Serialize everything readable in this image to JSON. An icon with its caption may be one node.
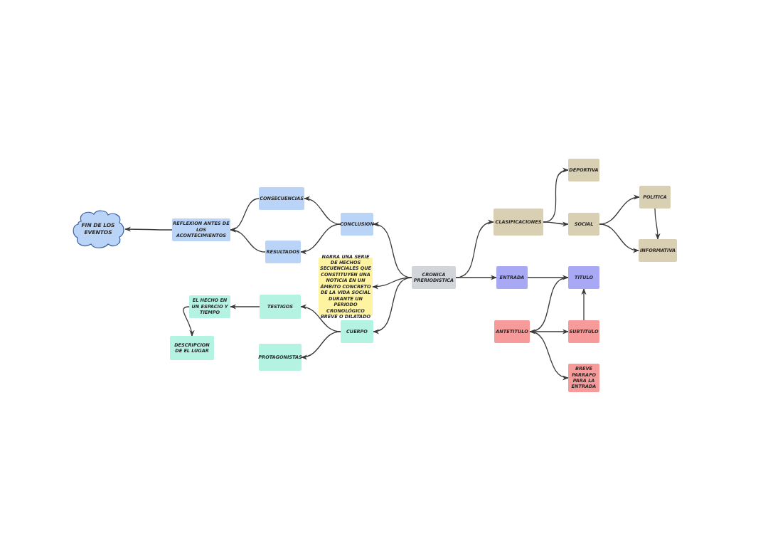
{
  "diagram": {
    "nodes": [
      {
        "text": [
          "FIN DE LOS EVENTOS"
        ]
      },
      {
        "text": [
          "REFLEXION ANTES DE LOS ACONTECIMIENTOS"
        ]
      },
      {
        "text": [
          "CONSECUENCIAS"
        ]
      },
      {
        "text": [
          "RESULTADOS"
        ]
      },
      {
        "text": [
          "CONCLUSION"
        ]
      },
      {
        "text": [
          "NARRA UNA SERIE DE HECHOS SECUENCIALES QUE CONSTITUYEN UNA NOTICIA EN UN ÁMBITO CONCRETO DE LA VIDA SOCIAL DURANTE UN PERIODO CRONOLÓGICO BREVE O DILATADO"
        ]
      },
      {
        "text": [
          "CRONICA PRERIODISTICA"
        ]
      },
      {
        "text": [
          "EL HECHO EN UN ESPACIO Y TIEMPO"
        ]
      },
      {
        "text": [
          "TESTIGOS"
        ]
      },
      {
        "text": [
          "CUERPO"
        ]
      },
      {
        "text": [
          "DESCRIPCION DE EL LUGAR"
        ]
      },
      {
        "text": [
          "PROTAGONISTAS"
        ]
      },
      {
        "text": [
          "DEPORTIVA"
        ]
      },
      {
        "text": [
          "POLITICA"
        ]
      },
      {
        "text": [
          "CLASIFICACIONES"
        ]
      },
      {
        "text": [
          "SOCIAL"
        ]
      },
      {
        "text": [
          "INFORMATIVA"
        ]
      },
      {
        "text": [
          "ENTRADA"
        ]
      },
      {
        "text": [
          "TITULO"
        ]
      },
      {
        "text": [
          "ANTETITULO"
        ]
      },
      {
        "text": [
          "SUBTITULO"
        ]
      },
      {
        "text": [
          "BREVE PARRAFO PARA LA ENTRADA"
        ]
      }
    ],
    "edges": [
      {
        "from": 6,
        "to": 4,
        "arrow": "to"
      },
      {
        "from": 6,
        "to": 5,
        "arrow": "to"
      },
      {
        "from": 6,
        "to": 9,
        "arrow": "to"
      },
      {
        "from": 6,
        "to": 14,
        "arrow": "to"
      },
      {
        "from": 6,
        "to": 17,
        "arrow": "to"
      },
      {
        "from": 4,
        "to": 2,
        "arrow": "to"
      },
      {
        "from": 4,
        "to": 3,
        "arrow": "to"
      },
      {
        "from": 2,
        "to": 1,
        "arrow": "to"
      },
      {
        "from": 3,
        "to": 1,
        "arrow": "to"
      },
      {
        "from": 1,
        "to": 0,
        "arrow": "to"
      },
      {
        "from": 9,
        "to": 8,
        "arrow": "to"
      },
      {
        "from": 9,
        "to": 11,
        "arrow": "to"
      },
      {
        "from": 8,
        "to": 7,
        "arrow": "to"
      },
      {
        "from": 7,
        "to": 10,
        "arrow": "to"
      },
      {
        "from": 14,
        "to": 12,
        "arrow": "to"
      },
      {
        "from": 14,
        "to": 15,
        "arrow": "to"
      },
      {
        "from": 15,
        "to": 13,
        "arrow": "to"
      },
      {
        "from": 15,
        "to": 16,
        "arrow": "to"
      },
      {
        "from": 13,
        "to": 16,
        "arrow": "to"
      },
      {
        "from": 17,
        "to": 18,
        "arrow": "to"
      },
      {
        "from": 20,
        "to": 18,
        "arrow": "to"
      },
      {
        "from": 18,
        "to": 19,
        "arrow": "to"
      },
      {
        "from": 19,
        "to": 20,
        "arrow": "to"
      },
      {
        "from": 19,
        "to": 21,
        "arrow": "to"
      }
    ]
  }
}
